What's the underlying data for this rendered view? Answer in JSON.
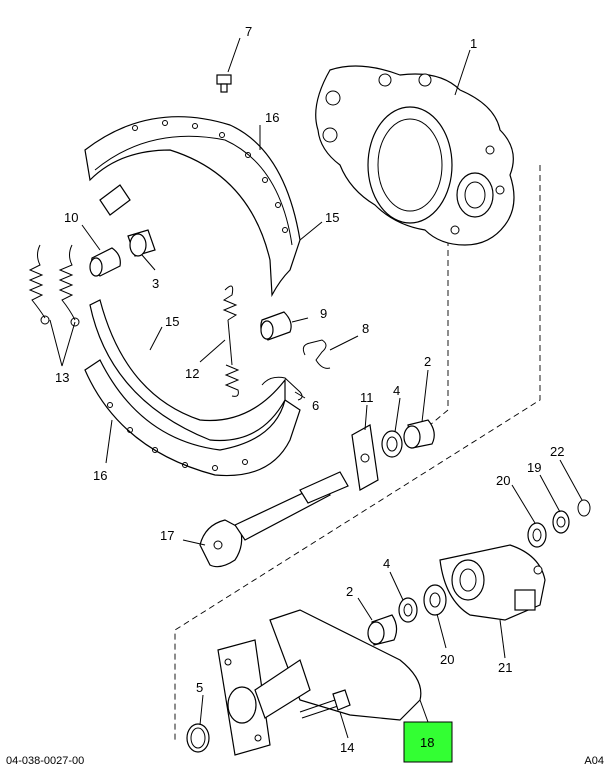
{
  "footer": {
    "left": "04-038-0027-00",
    "right": "A04"
  },
  "highlight_color": "#33ff33",
  "callouts": {
    "c1": "1",
    "c2a": "2",
    "c2b": "2",
    "c3": "3",
    "c4a": "4",
    "c4b": "4",
    "c5": "5",
    "c6": "6",
    "c7": "7",
    "c8": "8",
    "c9": "9",
    "c10": "10",
    "c11": "11",
    "c12": "12",
    "c13": "13",
    "c14": "14",
    "c15a": "15",
    "c15b": "15",
    "c16a": "16",
    "c16b": "16",
    "c17": "17",
    "c18": "18",
    "c19": "19",
    "c20a": "20",
    "c20b": "20",
    "c21": "21",
    "c22": "22"
  }
}
